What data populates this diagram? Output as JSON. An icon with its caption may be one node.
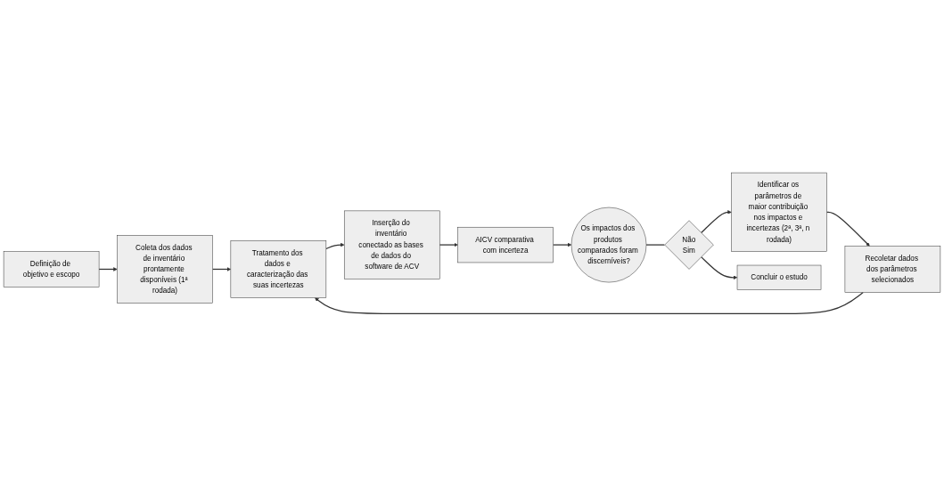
{
  "diagram": {
    "nodes": [
      {
        "text": [
          "Definição de objetivo e escopo"
        ]
      },
      {
        "text": [
          "Coleta dos dados de inventário prontamente disponíveis (1ª rodada)"
        ]
      },
      {
        "text": [
          "Tratamento dos dados e caracterização das suas incertezas"
        ]
      },
      {
        "text": [
          "Inserção do inventário conectado as bases de dados do software de ACV"
        ]
      },
      {
        "text": [
          "AICV comparativa com incerteza"
        ]
      },
      {
        "text": [
          "Os impactos dos produtos comparados foram discerníveis?"
        ]
      },
      {
        "text": [
          "Não",
          "Sim"
        ]
      },
      {
        "text": [
          "Identificar os parâmetros de maior contribuição nos impactos e incertezas (2ª, 3ª, n rodada)"
        ]
      },
      {
        "text": [
          "Recoletar dados dos parâmetros selecionados"
        ]
      },
      {
        "text": [
          "Concluir o estudo"
        ]
      }
    ],
    "edges": [
      {
        "from": 0,
        "to": 1,
        "arrow": "to"
      },
      {
        "from": 1,
        "to": 2,
        "arrow": "to"
      },
      {
        "from": 2,
        "to": 3,
        "arrow": "to"
      },
      {
        "from": 3,
        "to": 4,
        "arrow": "to"
      },
      {
        "from": 4,
        "to": 5,
        "arrow": "to"
      },
      {
        "from": 5,
        "to": 6,
        "arrow": "none"
      },
      {
        "from": 6,
        "to": 7,
        "arrow": "to"
      },
      {
        "from": 6,
        "to": 9,
        "arrow": "to"
      },
      {
        "from": 7,
        "to": 8,
        "arrow": "to"
      },
      {
        "from": 8,
        "to": 2,
        "arrow": "to"
      }
    ]
  }
}
